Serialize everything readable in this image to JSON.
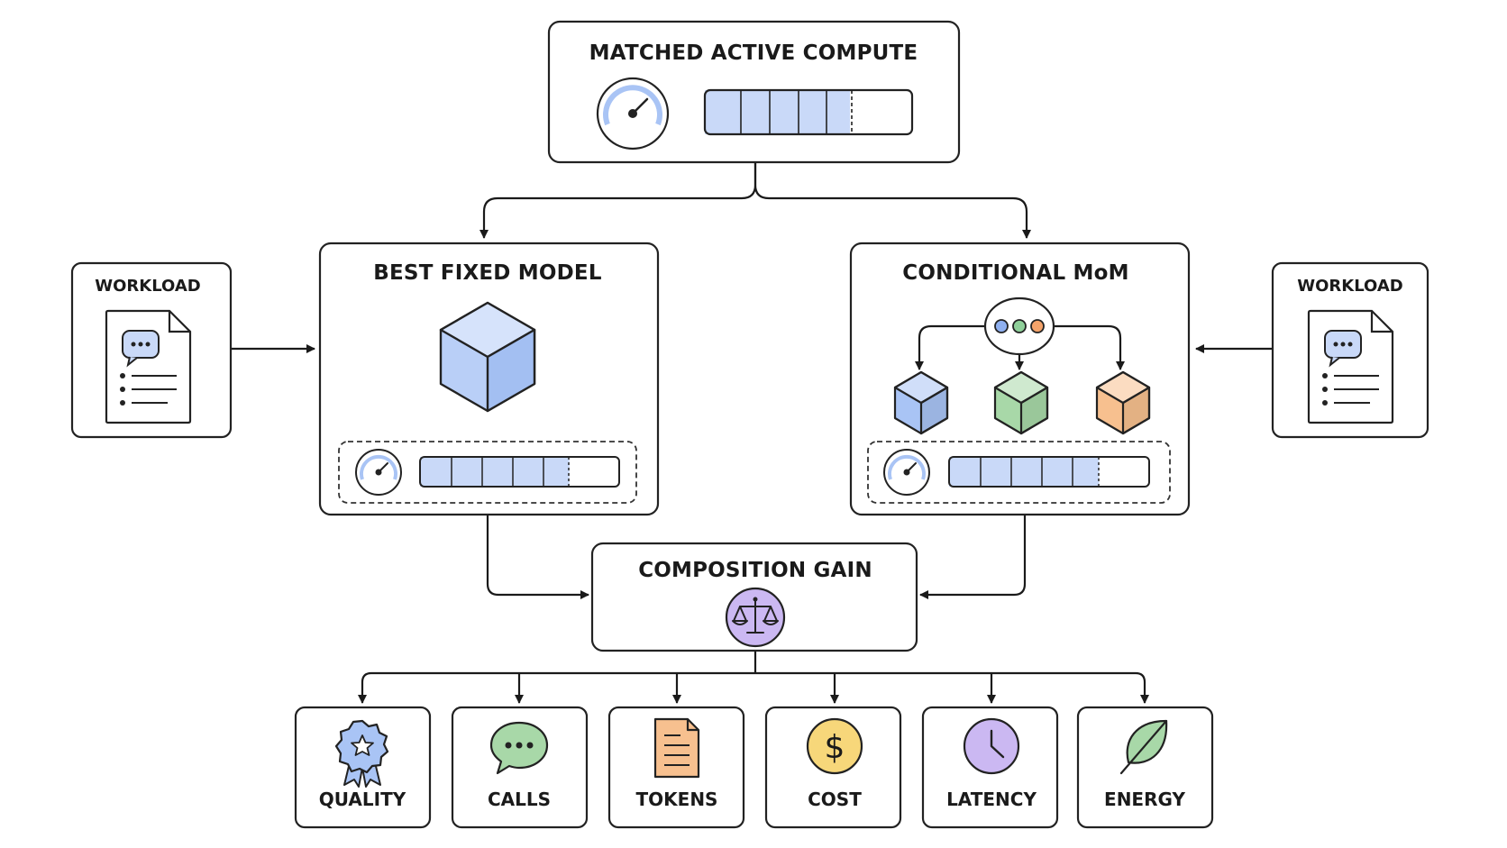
{
  "top_box": {
    "title": "MATCHED ACTIVE COMPUTE",
    "meter_fill": 0.7
  },
  "left_workload": {
    "label": "WORKLOAD"
  },
  "right_workload": {
    "label": "WORKLOAD"
  },
  "fixed_model": {
    "title": "BEST FIXED MODEL",
    "meter_fill": 0.75
  },
  "conditional_mom": {
    "title": "CONDITIONAL MoM",
    "router_dot_colors": [
      "#8fb0f0",
      "#8fd09a",
      "#f4a36a"
    ],
    "expert_colors": [
      "#a9c4f5",
      "#a8d8a8",
      "#f7c08f"
    ],
    "meter_fill": 0.75
  },
  "composition": {
    "title": "COMPOSITION GAIN"
  },
  "metrics": [
    {
      "label": "QUALITY",
      "icon": "award-ribbon-icon",
      "color": "#a9c4f5"
    },
    {
      "label": "CALLS",
      "icon": "chat-bubble-icon",
      "color": "#a8d8a8"
    },
    {
      "label": "TOKENS",
      "icon": "document-icon",
      "color": "#f7c08f"
    },
    {
      "label": "COST",
      "icon": "dollar-coin-icon",
      "color": "#f7d77a"
    },
    {
      "label": "LATENCY",
      "icon": "clock-icon",
      "color": "#cbb8f2"
    },
    {
      "label": "ENERGY",
      "icon": "leaf-icon",
      "color": "#a8d8a8"
    }
  ],
  "colors": {
    "accent_blue": "#a9c4f5",
    "scale_purple": "#cbb8f2"
  }
}
